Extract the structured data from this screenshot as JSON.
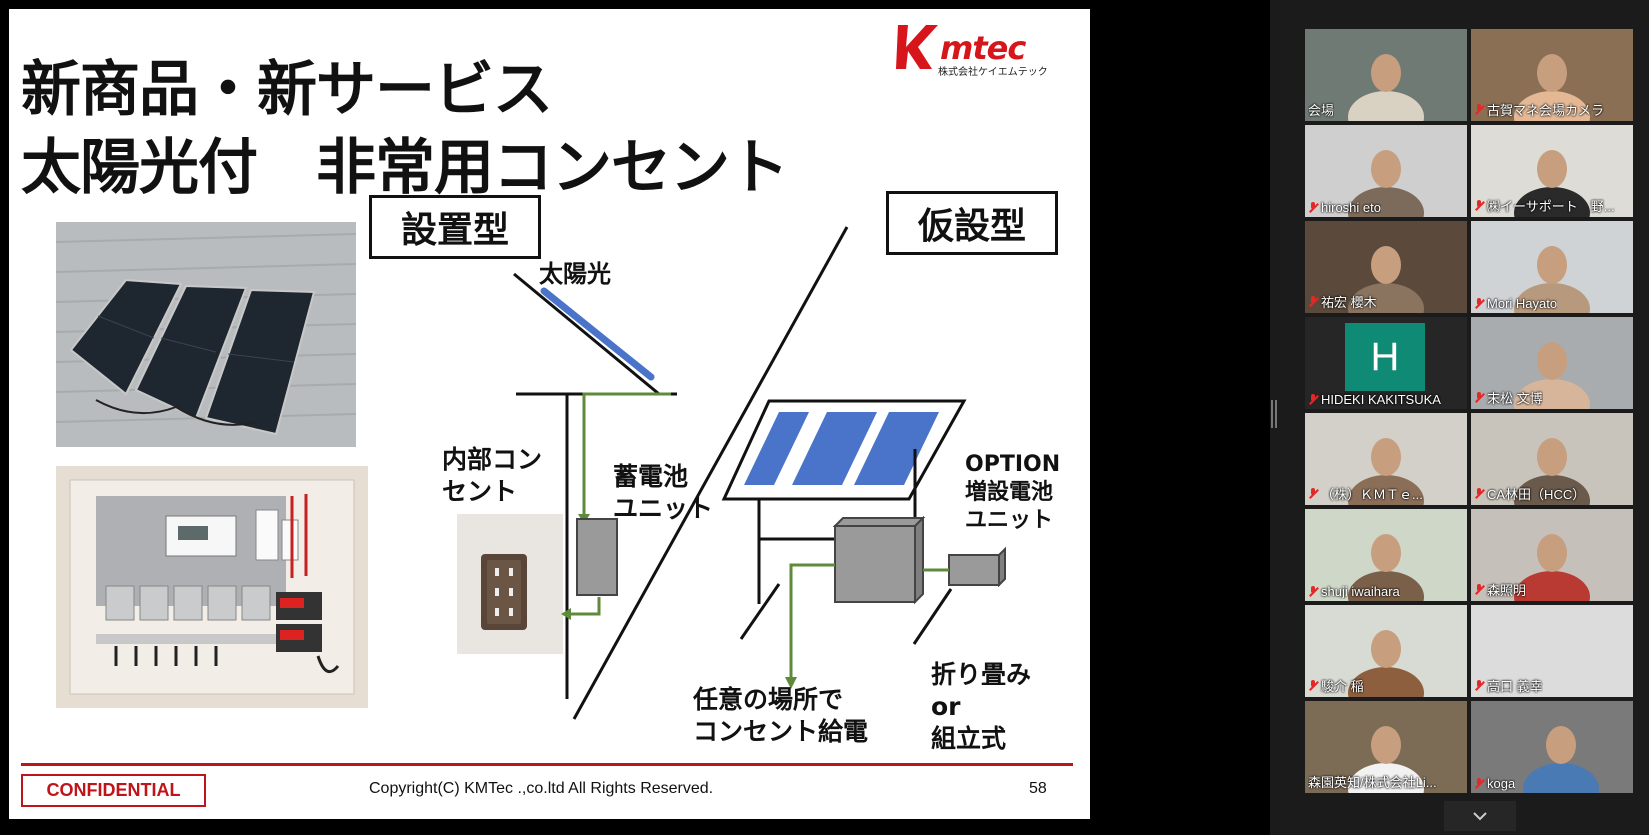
{
  "slide": {
    "title_line1": "新商品・新サービス",
    "title_line2": "太陽光付　非常用コンセント",
    "logo_text": "Kmtec",
    "logo_subtext": "株式会社ケイエムテック",
    "label_installed": "設置型",
    "label_temporary": "仮設型",
    "solar": "太陽光",
    "internal_outlet_line1": "内部コン",
    "internal_outlet_line2": "セント",
    "battery_line1": "蓄電池",
    "battery_line2": "ユニット",
    "option_line1": "OPTION",
    "option_line2": "増設電池",
    "option_line3": "ユニット",
    "anywhere_line1": "任意の場所で",
    "anywhere_line2": "コンセント給電",
    "fold_line1": "折り畳み",
    "fold_line2": "or",
    "fold_line3": "組立式",
    "confidential": "CONFIDENTIAL",
    "copyright": "Copyright(C) KMTec .,co.ltd All Rights Reserved.",
    "page_number": "58"
  },
  "participants": [
    {
      "name": "会場",
      "muted": false,
      "active": true
    },
    {
      "name": "古賀マネ会場カメラ",
      "muted": true,
      "active": false
    },
    {
      "name": "hiroshi eto",
      "muted": true,
      "active": false
    },
    {
      "name": "㈱イーサポート　野...",
      "muted": true,
      "active": false
    },
    {
      "name": "祐宏 櫻木",
      "muted": true,
      "active": false
    },
    {
      "name": "Mori Hayato",
      "muted": true,
      "active": false
    },
    {
      "name": "HIDEKI KAKITSUKA",
      "muted": true,
      "active": false,
      "avatar_letter": "H"
    },
    {
      "name": "末松 文博",
      "muted": true,
      "active": false
    },
    {
      "name": "（株）ＫＭＴｅ...",
      "muted": true,
      "active": false
    },
    {
      "name": "CA林田（HCC）",
      "muted": true,
      "active": false
    },
    {
      "name": "shuji iwaihara",
      "muted": true,
      "active": false
    },
    {
      "name": "森照明",
      "muted": true,
      "active": false
    },
    {
      "name": "駿介 稲",
      "muted": true,
      "active": false
    },
    {
      "name": "高口 義幸",
      "muted": true,
      "active": false
    },
    {
      "name": "森園英知/株式会社Li...",
      "muted": false,
      "active": false
    },
    {
      "name": "koga",
      "muted": true,
      "active": false
    }
  ],
  "colors": {
    "accent_red": "#c0141b",
    "active_speaker": "#d7d93a",
    "solar_blue": "#4a74c9",
    "wire_green": "#5e8a3a"
  }
}
